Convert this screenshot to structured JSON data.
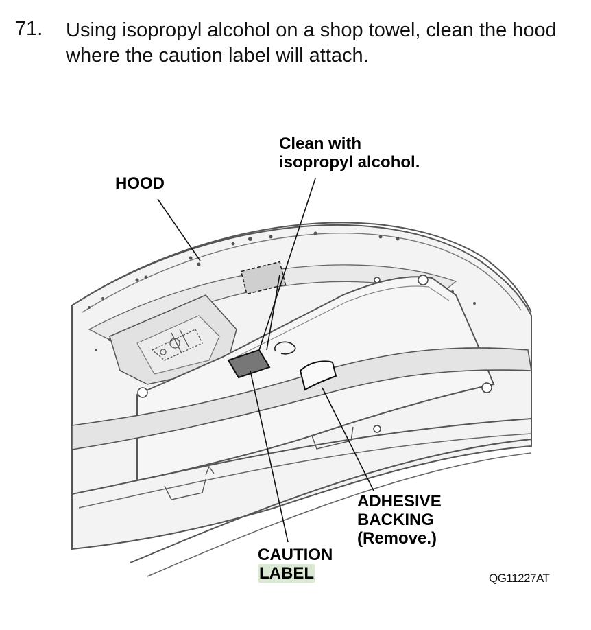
{
  "step": {
    "number": "71.",
    "text": "Using isopropyl alcohol on a shop towel, clean the hood where the caution label will attach."
  },
  "figure": {
    "callouts": {
      "hood": "HOOD",
      "clean_line1": "Clean with",
      "clean_line2": "isopropyl alcohol.",
      "adhesive_line1": "ADHESIVE",
      "adhesive_line2": "BACKING",
      "adhesive_line3": "(Remove.)",
      "caution_line1": "CAUTION",
      "caution_line2": "LABEL"
    },
    "code": "QG11227AT",
    "highlight_color": "#dbe8d3"
  }
}
